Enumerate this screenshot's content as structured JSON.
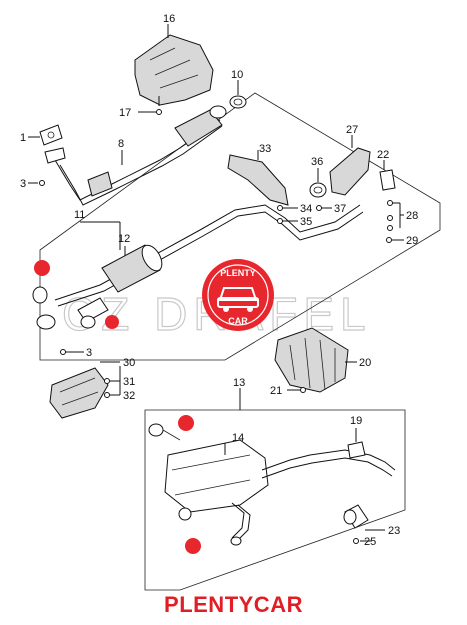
{
  "labels": {
    "l1": "1",
    "l3a": "3",
    "l3b": "3",
    "l8": "8",
    "l10": "10",
    "l11": "11",
    "l12": "12",
    "l13": "13",
    "l14": "14",
    "l16": "16",
    "l17": "17",
    "l19": "19",
    "l20": "20",
    "l21": "21",
    "l22": "22",
    "l23": "23",
    "l25": "25",
    "l27": "27",
    "l28": "28",
    "l29": "29",
    "l30": "30",
    "l31": "31",
    "l32": "32",
    "l33": "33",
    "l34": "34",
    "l35": "35",
    "l36": "36",
    "l37": "37"
  },
  "watermark": {
    "text": "CZ DRAFEL"
  },
  "badge": {
    "top": "PLENTY",
    "bottom": "CAR"
  },
  "footer": {
    "brand": "PLENTYCAR"
  },
  "colors": {
    "brand_red": "#e01e26",
    "marker_red": "#e8262d"
  }
}
